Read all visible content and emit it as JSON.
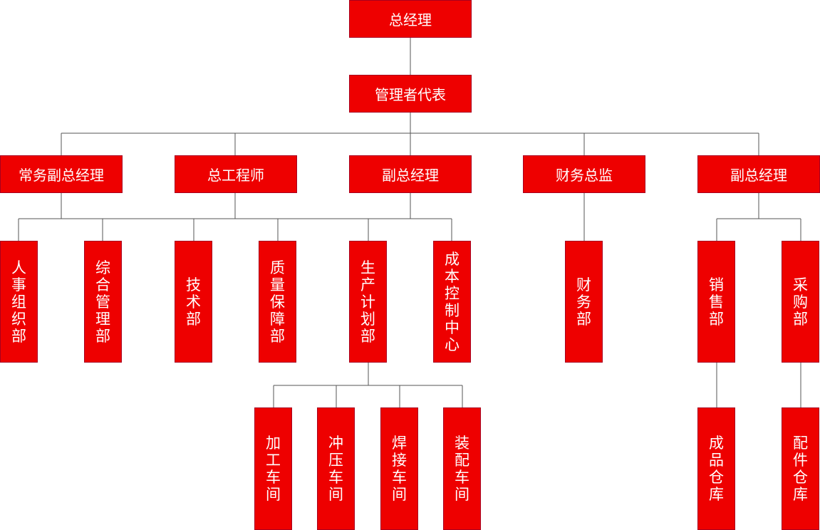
{
  "org": {
    "ceo": "总经理",
    "mgmt_rep": "管理者代表",
    "level2": [
      "常务副总经理",
      "总工程师",
      "副总经理",
      "财务总监",
      "副总经理"
    ],
    "depts": [
      "人事组织部",
      "综合管理部",
      "技术部",
      "质量保障部",
      "生产计划部",
      "成本控制中心",
      "财务部",
      "销售部",
      "采购部"
    ],
    "workshops": [
      "加工车间",
      "冲压车间",
      "焊接车间",
      "装配车间"
    ],
    "warehouses": [
      "成品仓库",
      "配件仓库"
    ]
  },
  "colors": {
    "box_fill": "#ee0000",
    "box_border": "#a8001e",
    "connector": "#555555",
    "text": "#ffffff"
  }
}
